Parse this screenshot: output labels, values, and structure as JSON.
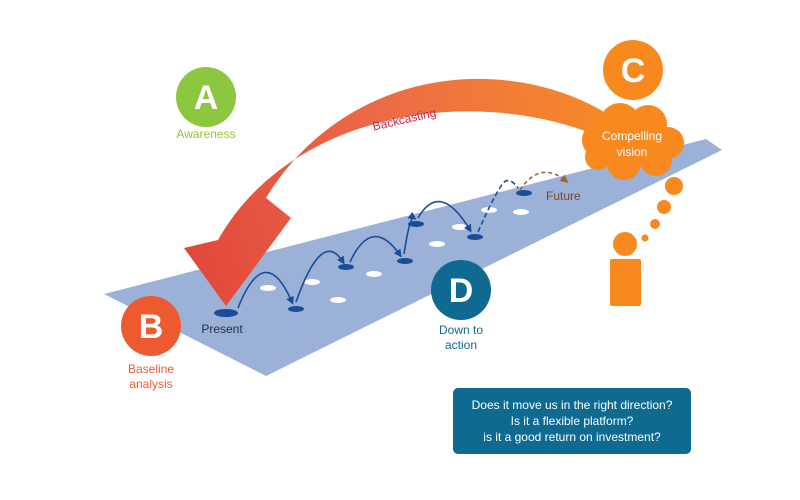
{
  "colors": {
    "road": "#9bb1d8",
    "step_dark": "#1a4c97",
    "step_light": "#ffffff",
    "awareness": "#8dc63f",
    "baseline": "#ee5a2f",
    "vision": "#f7891f",
    "action": "#0f6a92",
    "backcast_text": "#d6204e",
    "future_text": "#7a4a1e"
  },
  "circles": {
    "a": {
      "letter": "A",
      "caption": "Awareness"
    },
    "b": {
      "letter": "B",
      "caption_line1": "Baseline",
      "caption_line2": "analysis"
    },
    "c": {
      "letter": "C",
      "cloud_line1": "Compelling",
      "cloud_line2": "vision"
    },
    "d": {
      "letter": "D",
      "caption_line1": "Down to",
      "caption_line2": "action"
    }
  },
  "labels": {
    "backcasting": "Backcasting",
    "present": "Present",
    "future": "Future"
  },
  "questions": [
    "Does it move us in the right direction?",
    "Is it a flexible platform?",
    "is it a good return on investment?"
  ]
}
